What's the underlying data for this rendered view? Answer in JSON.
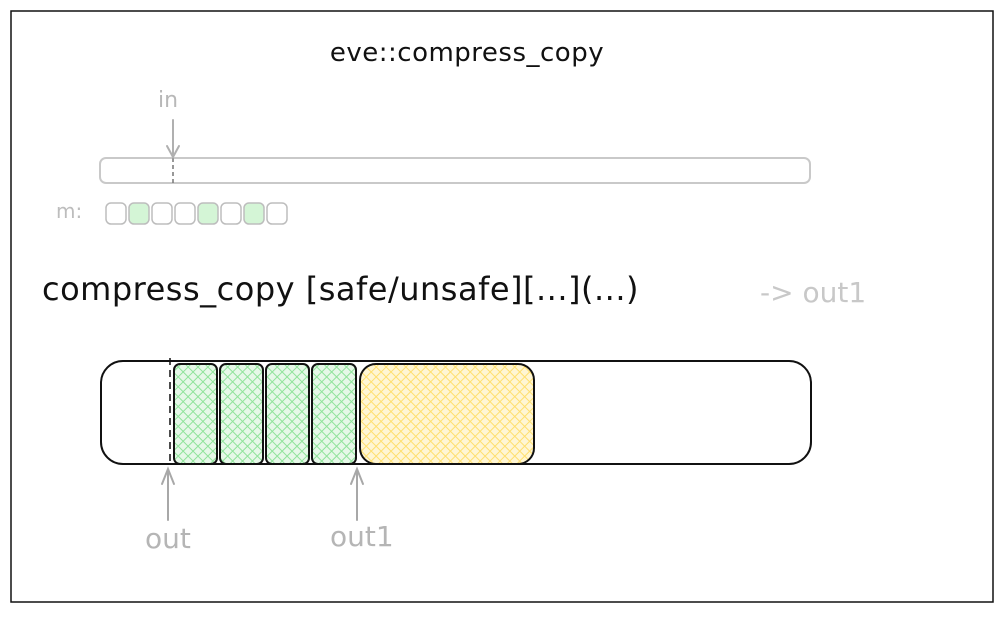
{
  "diagram": {
    "title": "eve::compress_copy",
    "input_label": "in",
    "mask_label": "m:",
    "mask_values": [
      0,
      1,
      0,
      0,
      1,
      0,
      1,
      0
    ],
    "call": "compress_copy  [safe/unsafe][...](...)",
    "call_result": "-> out1",
    "output_label": "out",
    "output_end_label": "out1",
    "output_segments": [
      "written",
      "written",
      "written",
      "written",
      "unsafe-overwrite"
    ],
    "colors": {
      "mask_on": "#d4f5d6",
      "written_fill": "#8fe39a",
      "unsafe_fill": "#ffe066",
      "muted_stroke": "#bdbdbd",
      "stroke": "#111111"
    }
  }
}
